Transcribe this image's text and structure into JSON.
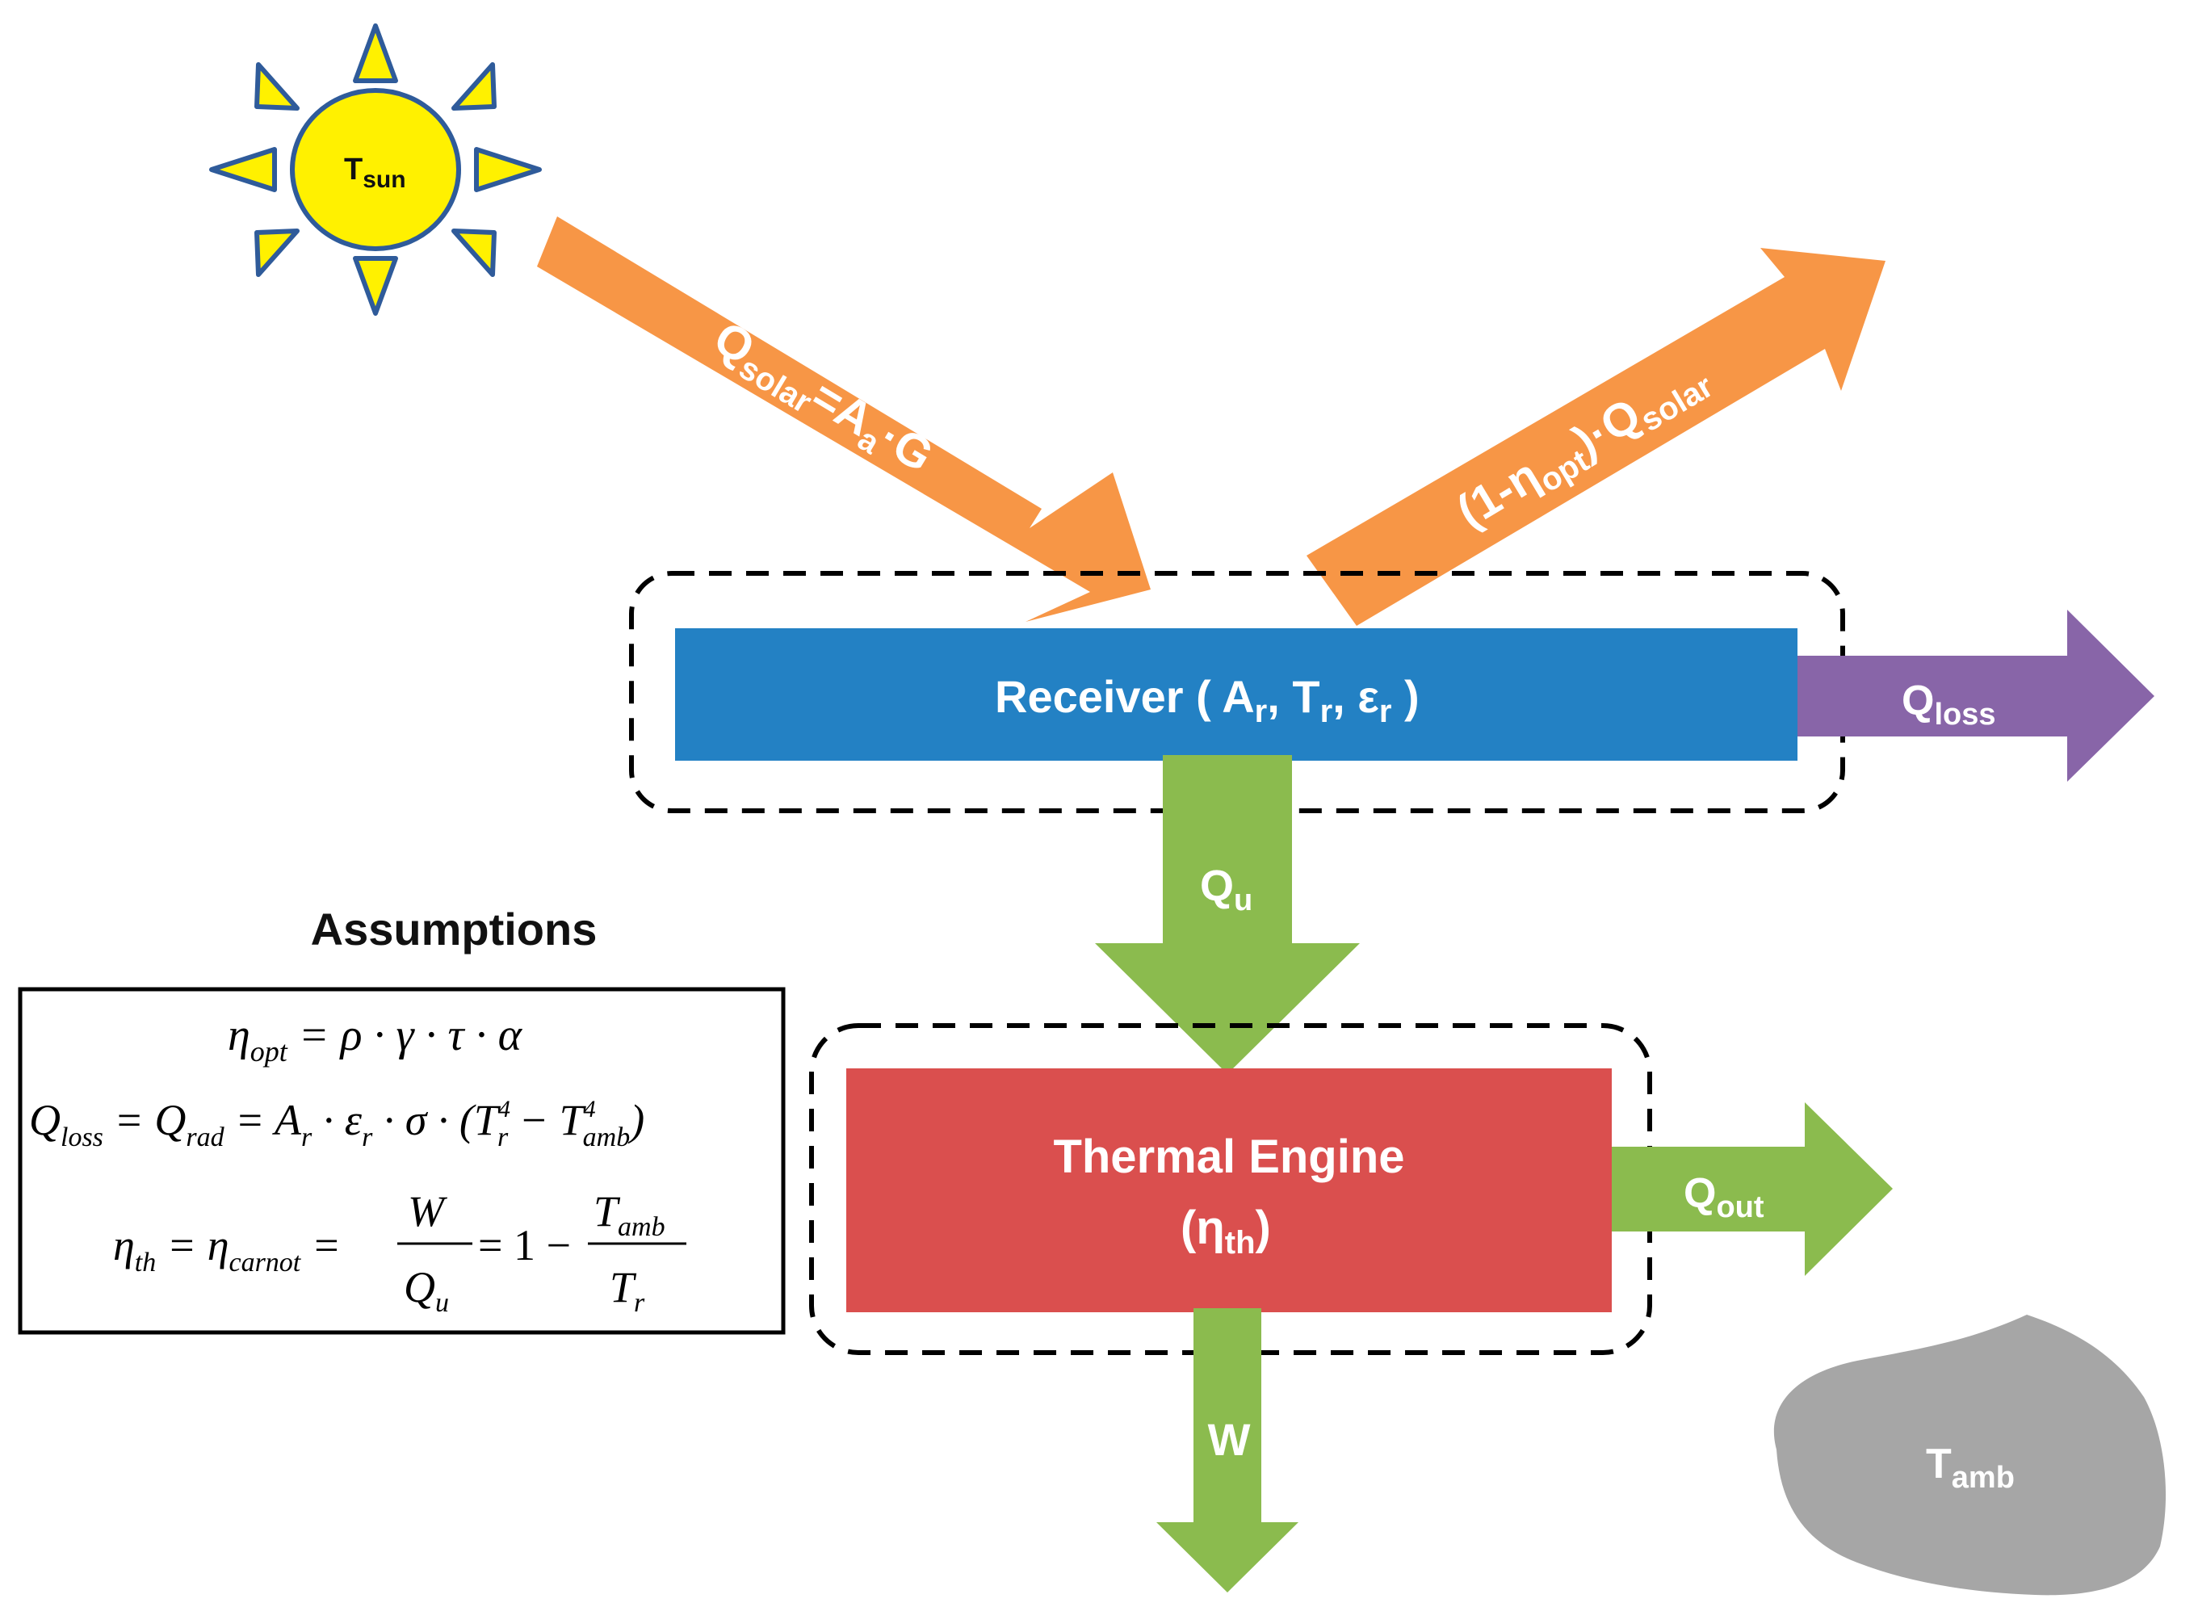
{
  "colors": {
    "orange": "#F79646",
    "blue": "#2381C4",
    "green": "#8BBB4E",
    "purple": "#8865A8",
    "red": "#DA4F4E",
    "sun_fill": "#FFF100",
    "sun_stroke": "#2F5B9A",
    "rock": "#A6A6A6"
  },
  "sun": {
    "main": "T",
    "sub": "sun"
  },
  "incoming": {
    "q": "Q",
    "sub": "solar",
    "mid": "=A",
    "sub2": "a",
    "tail": "·G"
  },
  "reflected": {
    "pre": "(1-η",
    "sub": "opt",
    "mid": ")·Q",
    "sub2": "solar"
  },
  "receiver": {
    "pre": "Receiver ( A",
    "s1": "r",
    "m1": ", T",
    "s2": "r",
    "m2": ", ε",
    "s3": "r",
    "end": " )"
  },
  "q_loss": {
    "main": "Q",
    "sub": "loss"
  },
  "q_u": {
    "main": "Q",
    "sub": "u"
  },
  "engine": {
    "line1": "Thermal Engine",
    "pre": "(η",
    "sub": "th",
    "end": ")"
  },
  "q_out": {
    "main": "Q",
    "sub": "out"
  },
  "work": {
    "label": "W"
  },
  "ambient": {
    "main": "T",
    "sub": "amb"
  },
  "assumptions": {
    "title": "Assumptions",
    "eq1": {
      "lhs": "η",
      "lhs_sub": "opt",
      "rhs": " = ρ · γ · τ · α"
    },
    "eq2": {
      "q": "Q",
      "q_sub": "loss",
      "eq": " = Q",
      "rad_sub": "rad",
      "mid": " = A",
      "a_sub": "r",
      "dot1": " · ε",
      "e_sub": "r",
      "dot2": " · σ · (T",
      "tr_sup": "4",
      "tr_sub": "r",
      "minus": " − T",
      "ta_sup": "4",
      "ta_sub": "amb",
      "close": ")"
    },
    "eq3": {
      "eta": "η",
      "eta_sub": "th",
      "eq": " = η",
      "carnot_sub": "carnot",
      "eq2": " =",
      "num": "W",
      "den": "Q",
      "den_sub": "u",
      "mid": " = 1 −",
      "num2": "T",
      "num2_sub": "amb",
      "den2": "T",
      "den2_sub": "r"
    }
  }
}
